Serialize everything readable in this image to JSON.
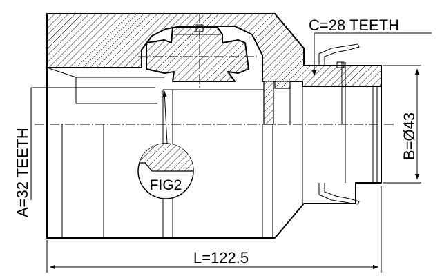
{
  "labels": {
    "c_teeth": "C=28 TEETH",
    "a_teeth": "A=32 TEETH",
    "b_diameter": "B=Ø43",
    "length": "L=122.5",
    "fig": "FIG2"
  }
}
